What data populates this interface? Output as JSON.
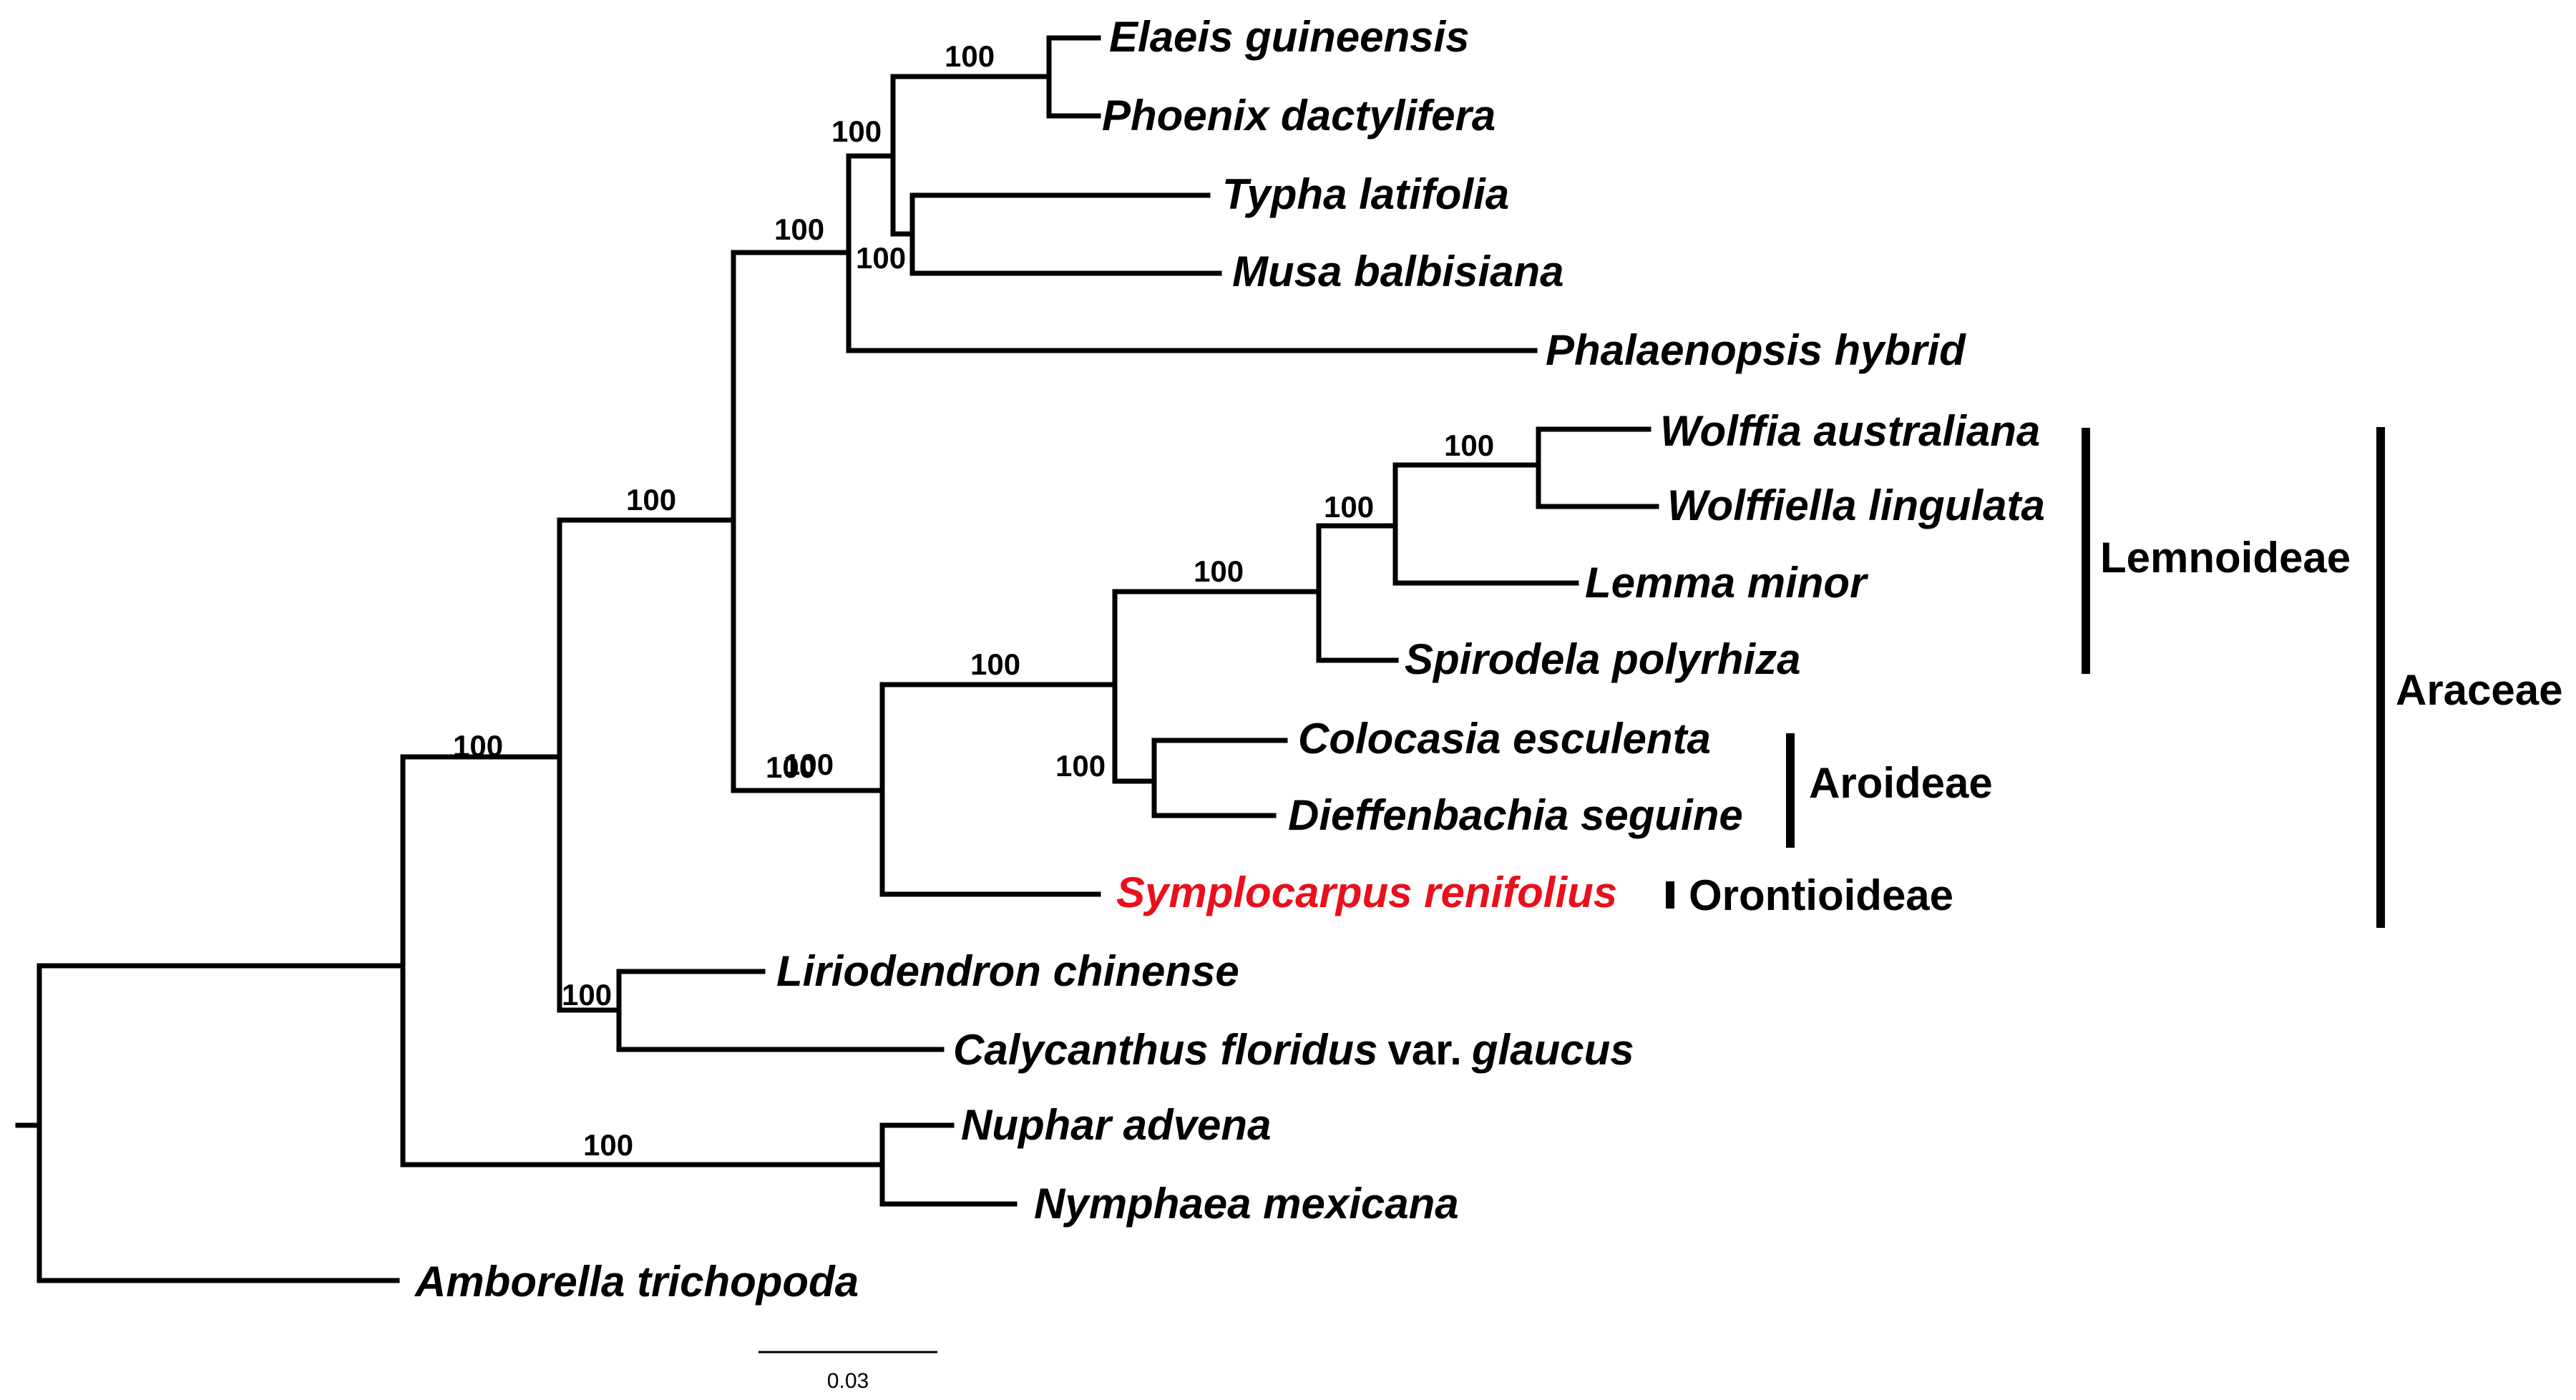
{
  "tree": {
    "taxa": {
      "elaeis": {
        "name": "Elaeis guineensis"
      },
      "phoenix": {
        "name": "Phoenix dactylifera"
      },
      "typha": {
        "name": "Typha latifolia"
      },
      "musa": {
        "name": "Musa balbisiana"
      },
      "phalaenopsis": {
        "name": "Phalaenopsis hybrid"
      },
      "wolffia": {
        "name": "Wolffia australiana"
      },
      "wolffiella": {
        "name": "Wolffiella lingulata"
      },
      "lemma": {
        "name": "Lemma minor"
      },
      "spirodela": {
        "name": "Spirodela polyrhiza"
      },
      "colocasia": {
        "name": "Colocasia esculenta"
      },
      "dieffenbachia": {
        "name": "Dieffenbachia seguine"
      },
      "symplocarpus": {
        "name": "Symplocarpus renifolius",
        "color": "#e8101c"
      },
      "liriodendron": {
        "name": "Liriodendron chinense"
      },
      "calycanthus": {
        "name_a": "Calycanthus floridus",
        "rank": "var.",
        "name_b": "glaucus"
      },
      "nuphar": {
        "name": "Nuphar advena"
      },
      "nymphaea": {
        "name": "Nymphaea mexicana"
      },
      "amborella": {
        "name": "Amborella trichopoda"
      }
    },
    "support_values": {
      "elaeis_phoenix": "100",
      "palms_typha_musa": "100",
      "typha_musa": "100",
      "monocots_core": "100",
      "monocots": "100",
      "angiosperms_core": "100",
      "wolffia_wolffiella": "100",
      "wolffioids_lemma": "100",
      "lemnoideae": "100",
      "aroids_core": "100",
      "araceae": "100",
      "colocasia_dieffenbachia": "100",
      "magnoliids": "100",
      "nymphaeales": "100"
    },
    "clades": {
      "lemnoideae": "Lemnoideae",
      "aroideae": "Aroideae",
      "orontioideae": "Orontioideae",
      "araceae": "Araceae"
    },
    "scale_bar": {
      "label": "0.03"
    }
  },
  "colors": {
    "branch": "#000000",
    "text": "#000000",
    "highlight": "#e8101c"
  }
}
